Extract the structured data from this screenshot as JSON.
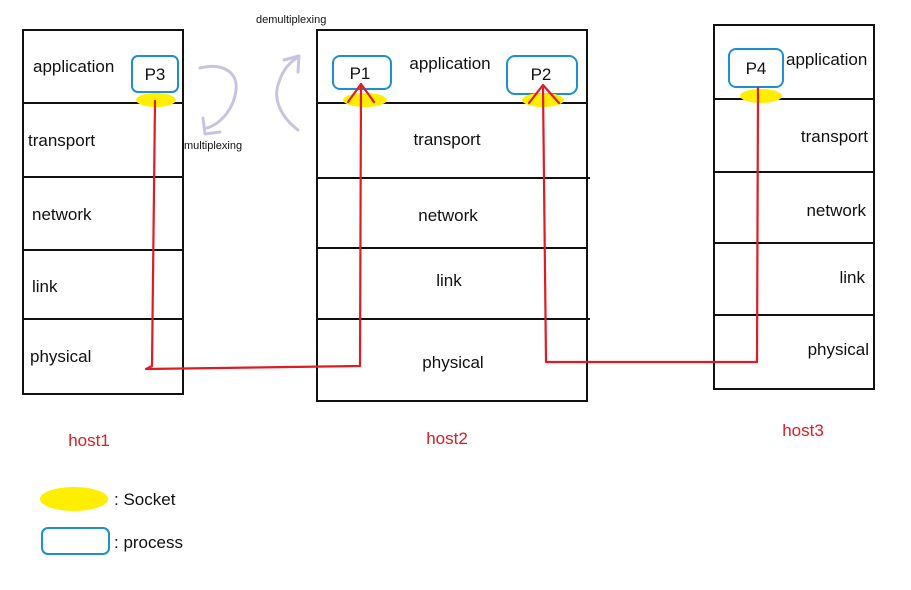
{
  "colors": {
    "link_line": "#e01b24",
    "socket": "#ffee00",
    "process_border": "#1e90d0",
    "arrow": "#c8c4e0",
    "host_label": "#e01b24",
    "box_border": "#111111"
  },
  "hosts": [
    {
      "name": "host1",
      "layers": [
        "application",
        "transport",
        "network",
        "link",
        "physical"
      ],
      "processes": [
        "P3"
      ]
    },
    {
      "name": "host2",
      "layers": [
        "application",
        "transport",
        "network",
        "link",
        "physical"
      ],
      "processes": [
        "P1",
        "P2"
      ]
    },
    {
      "name": "host3",
      "layers": [
        "application",
        "transport",
        "network",
        "link",
        "physical"
      ],
      "processes": [
        "P4"
      ]
    }
  ],
  "annotations": {
    "demultiplexing": "demultiplexing",
    "multiplexing": "multiplexing"
  },
  "legend": {
    "socket": ": Socket",
    "process": ": process"
  }
}
